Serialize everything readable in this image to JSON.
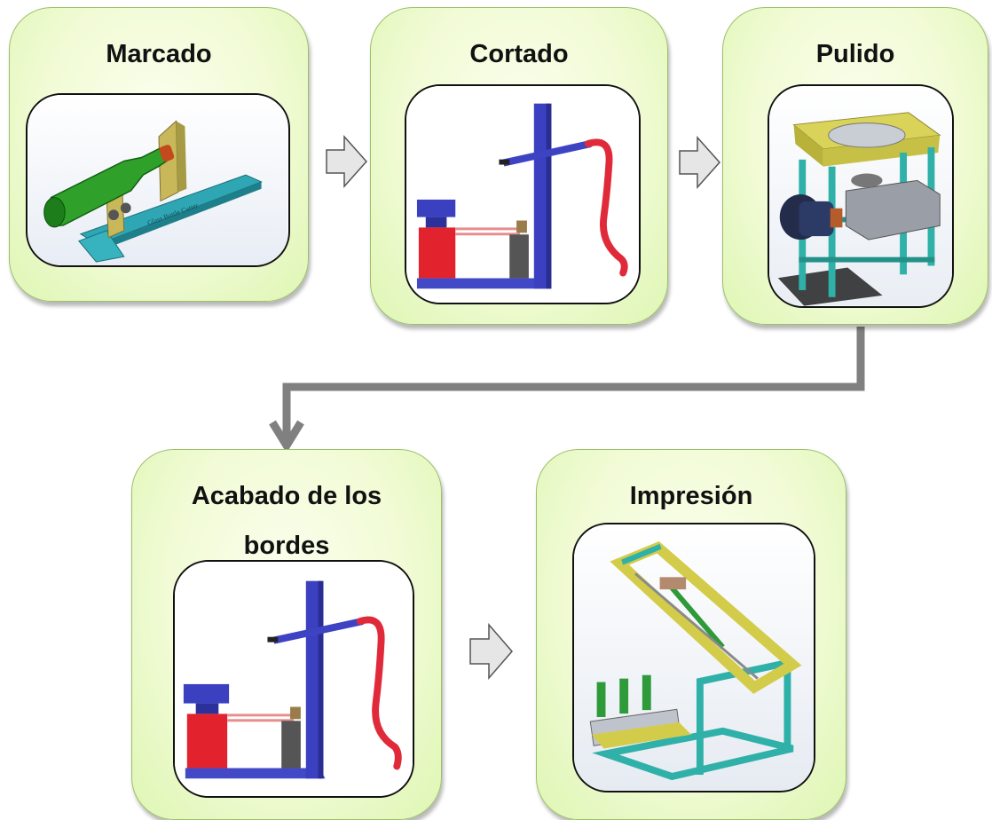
{
  "steps": {
    "marcado": {
      "title": "Marcado",
      "illustration": "bottle-marking-jig"
    },
    "cortado": {
      "title": "Cortado",
      "illustration": "bottle-cutting-rig"
    },
    "pulido": {
      "title": "Pulido",
      "illustration": "polishing-machine"
    },
    "acabado": {
      "title_line1": "Acabado de los",
      "title_line2": "bordes",
      "illustration": "edge-finishing-rig"
    },
    "impresion": {
      "title": "Impresión",
      "illustration": "screen-printing-frame"
    }
  },
  "colors": {
    "card_fill": "#eef9cf",
    "card_border": "#9cbf6a",
    "connector": "#808080",
    "arrow_fill": "#e6e6e6"
  }
}
